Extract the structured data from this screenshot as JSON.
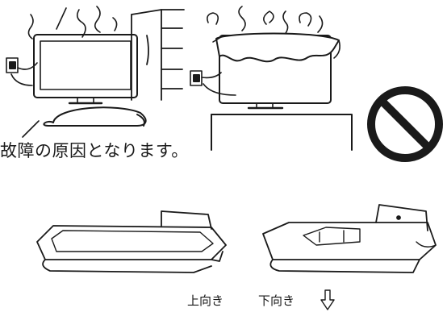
{
  "caption": "故障の原因となります。",
  "labels": {
    "face_up": "上向き",
    "face_down": "下向き"
  },
  "colors": {
    "line": "#1a1a1a",
    "background": "#ffffff"
  },
  "icons": {
    "prohibition": "prohibition-icon",
    "down_arrow": "down-arrow-icon"
  }
}
